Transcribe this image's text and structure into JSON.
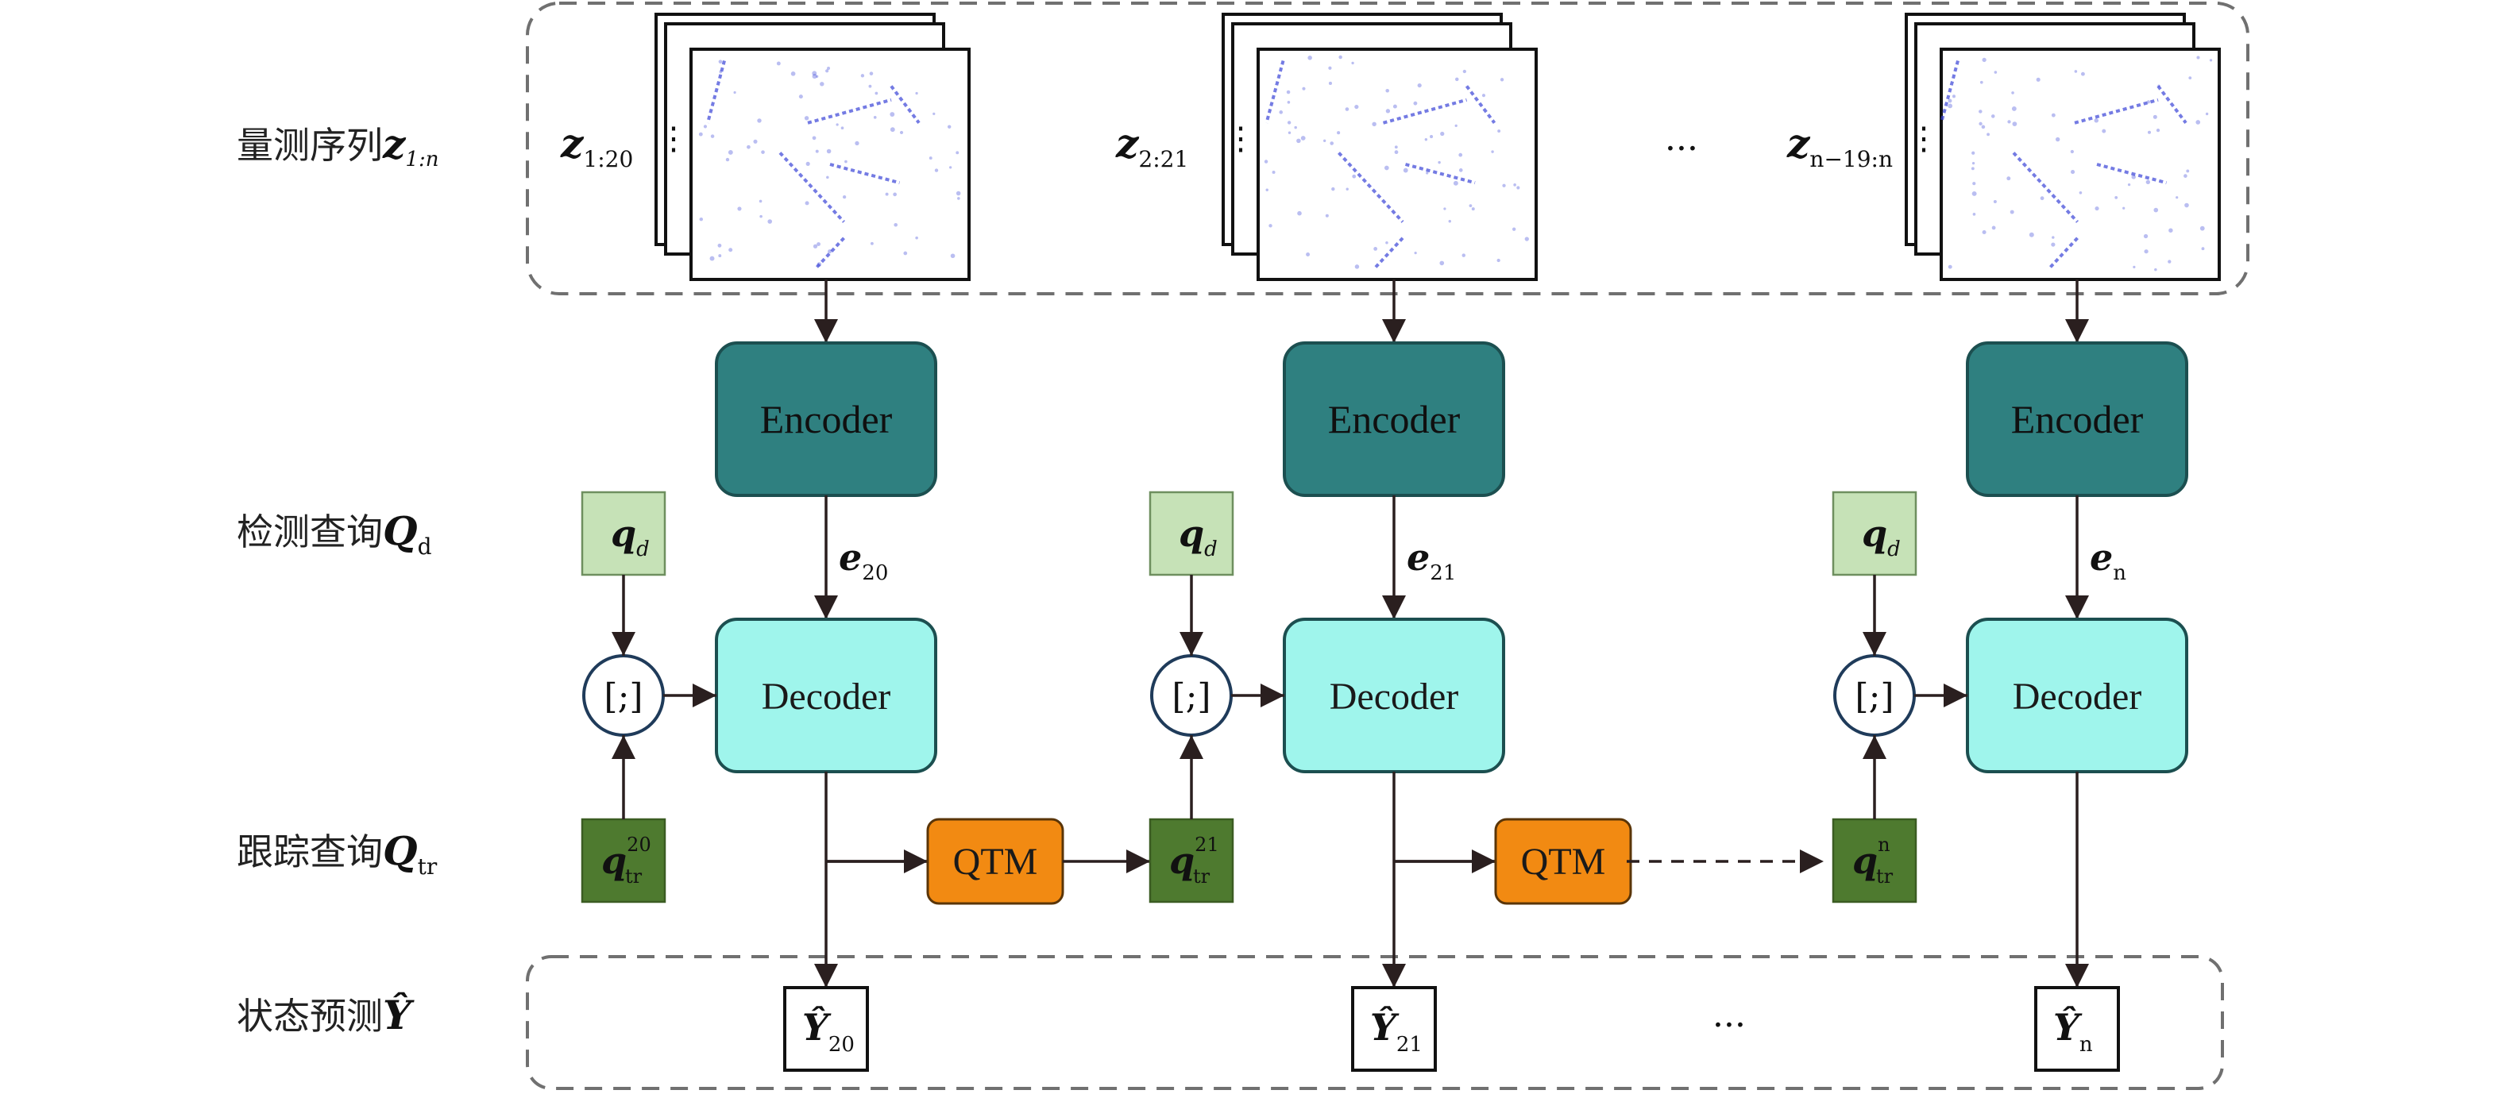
{
  "row_labels": {
    "measurement": {
      "text": "量测序列",
      "sym": "z",
      "sub": "1:n"
    },
    "detection": {
      "text": "检测查询",
      "sym": "Q",
      "sub": "d"
    },
    "tracking": {
      "text": "跟踪查询",
      "sym": "Q",
      "sub": "tr"
    },
    "state": {
      "text": "状态预测",
      "sym": "Ŷ",
      "sub": ""
    }
  },
  "columns": [
    {
      "z_sym": "z",
      "z_sub": "1:20",
      "encoder": "Encoder",
      "e_sym": "e",
      "e_sub": "20",
      "qd_sym": "q",
      "qd_sub": "d",
      "concat": "[;]",
      "decoder": "Decoder",
      "qtr_sym": "q",
      "qtr_sup": "20",
      "qtr_sub": "tr",
      "y_sym": "Ŷ",
      "y_sub": "20"
    },
    {
      "z_sym": "z",
      "z_sub": "2:21",
      "encoder": "Encoder",
      "e_sym": "e",
      "e_sub": "21",
      "qd_sym": "q",
      "qd_sub": "d",
      "concat": "[;]",
      "decoder": "Decoder",
      "qtr_sym": "q",
      "qtr_sup": "21",
      "qtr_sub": "tr",
      "y_sym": "Ŷ",
      "y_sub": "21"
    },
    {
      "z_sym": "z",
      "z_sub": "n−19:n",
      "encoder": "Encoder",
      "e_sym": "e",
      "e_sub": "n",
      "qd_sym": "q",
      "qd_sub": "d",
      "concat": "[;]",
      "decoder": "Decoder",
      "qtr_sym": "q",
      "qtr_sup": "n",
      "qtr_sub": "tr",
      "y_sym": "Ŷ",
      "y_sub": "n"
    }
  ],
  "qtm_label": "QTM",
  "ellipsis_measure": "···",
  "ellipsis_state": "···",
  "stack_dots": "⋮",
  "colors": {
    "encoder": "#2f8080",
    "decoder": "#9ff5ec",
    "qd": "#c6e2b7",
    "qtr": "#4e7a2f",
    "qtm": "#f28a12",
    "arrow": "#2a1f1f",
    "dash_group": "#707070",
    "scatter": "#3a44d8"
  }
}
